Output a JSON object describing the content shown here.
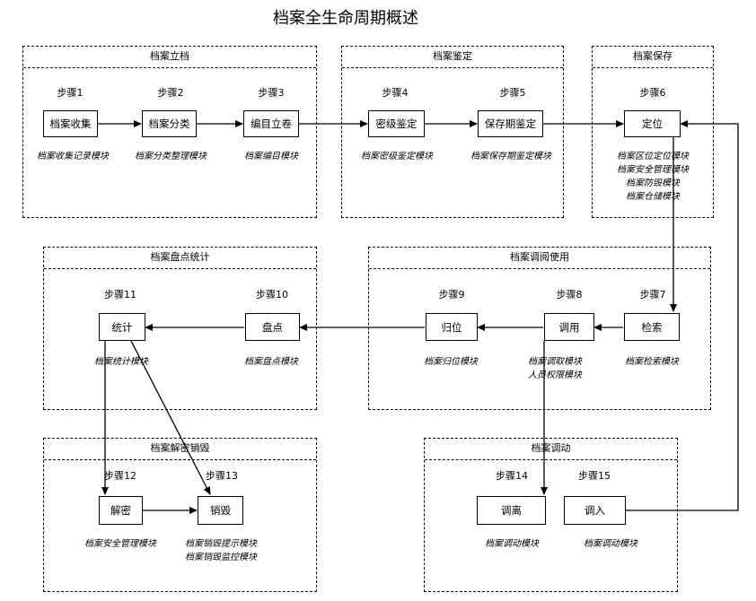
{
  "title": "档案全生命周期概述",
  "groups": {
    "archiving": "档案立档",
    "appraisal": "档案鉴定",
    "preservation": "档案保存",
    "inventory": "档案盘点统计",
    "access": "档案调阅使用",
    "declassify": "档案解密销毁",
    "transfer": "档案调动"
  },
  "steps": {
    "s1": "步骤1",
    "s2": "步骤2",
    "s3": "步骤3",
    "s4": "步骤4",
    "s5": "步骤5",
    "s6": "步骤6",
    "s7": "步骤7",
    "s8": "步骤8",
    "s9": "步骤9",
    "s10": "步骤10",
    "s11": "步骤11",
    "s12": "步骤12",
    "s13": "步骤13",
    "s14": "步骤14",
    "s15": "步骤15"
  },
  "nodes": {
    "collect": "档案收集",
    "classify": "档案分类",
    "catalog": "编目立卷",
    "secret": "密级鉴定",
    "period": "保存期鉴定",
    "locate": "定位",
    "search": "检索",
    "use": "调用",
    "return": "归位",
    "count": "盘点",
    "stats": "统计",
    "decrypt": "解密",
    "destroy": "销毁",
    "out": "调离",
    "in": "调入"
  },
  "descriptions": {
    "collect": "档案收集记录模块",
    "classify": "档案分类整理模块",
    "catalog": "档案编目模块",
    "secret": "档案密级鉴定模块",
    "period": "档案保存期鉴定模块",
    "locate": [
      "档案区位定位模块",
      "档案安全管理模块",
      "档案防毁模块",
      "档案仓储模块"
    ],
    "search": "档案检索模块",
    "use": [
      "档案调取模块",
      "人员权限模块"
    ],
    "return": "档案归位模块",
    "count": "档案盘点模块",
    "stats": "档案统计模块",
    "decrypt": "档案安全管理模块",
    "destroy": [
      "档案销毁提示模块",
      "档案销毁监控模块"
    ],
    "out": "档案调动模块",
    "in": "档案调动模块"
  }
}
